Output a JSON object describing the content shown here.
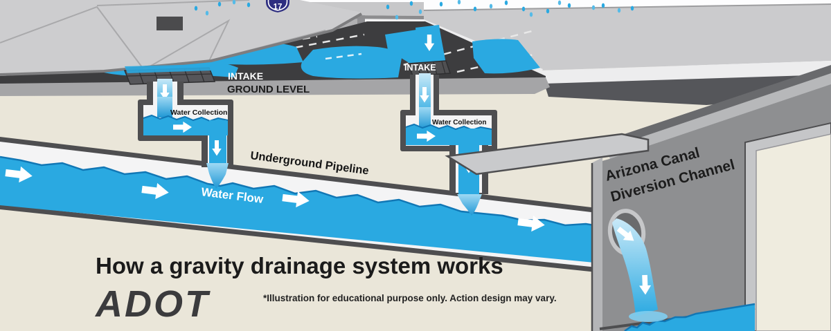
{
  "title": {
    "text": "How a gravity drainage system works"
  },
  "logo": {
    "text": "ADOT"
  },
  "disclaimer": {
    "text": "*Illustration for educational purpose only. Action design may vary."
  },
  "route_shield": {
    "number": "17"
  },
  "labels": {
    "intake_left": "INTAKE",
    "intake_right": "INTAKE",
    "ground_level": "GROUND LEVEL",
    "water_collection_left": "Water Collection",
    "water_collection_right": "Water Collection",
    "underground_pipeline": "Underground Pipeline",
    "water_flow": "Water Flow",
    "canal_line1": "Arizona Canal",
    "canal_line2": "Diversion Channel"
  },
  "colors": {
    "water": "#2aa9e1",
    "water_dark": "#1177b5",
    "water_light": "#aee0f5",
    "road": "#3d3d3f",
    "ground_beige": "#eae6d9",
    "ground_strip": "#a5a5a7",
    "embankment": "#cbcbcd",
    "wall_gray": "#8e8f91",
    "outline_dark": "#4e4e50",
    "shield_blue": "#2e2e80",
    "text_black": "#1b1b1b"
  }
}
